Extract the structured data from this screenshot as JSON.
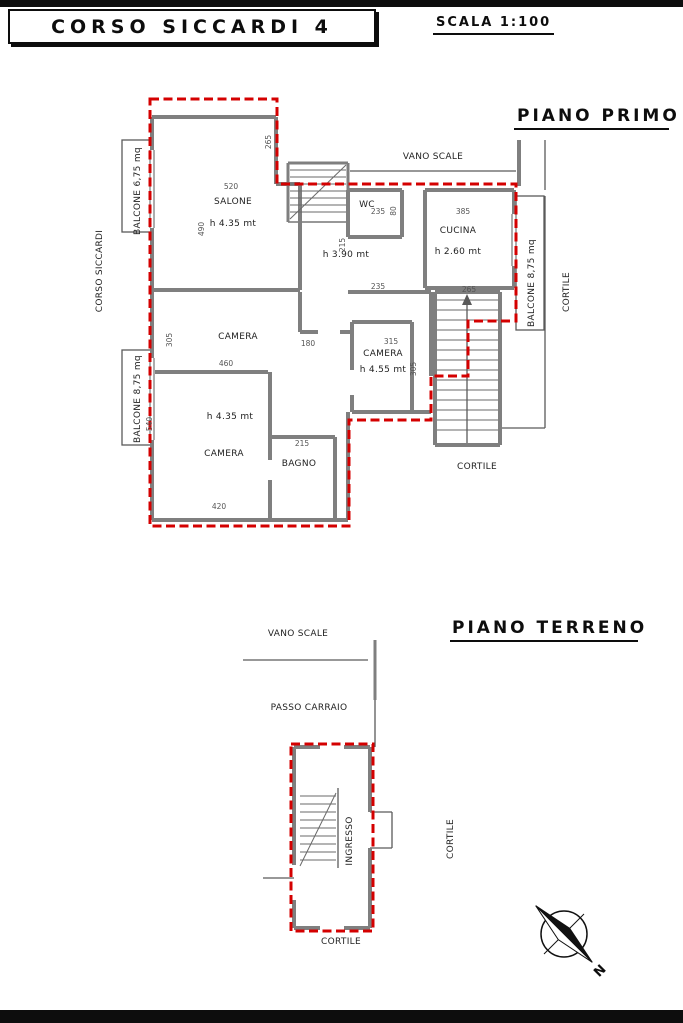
{
  "header": {
    "title": "CORSO SICCARDI 4",
    "scale": "SCALA 1:100"
  },
  "first_floor": {
    "title": "PIANO PRIMO",
    "rooms": {
      "salone": "SALONE",
      "salone_h": "h 4.35 mt",
      "wc": "WC",
      "cucina": "CUCINA",
      "cucina_h": "h 2.60 mt",
      "corridor_h": "h 3.90 mt",
      "camera_mid": "CAMERA",
      "camera_right": "CAMERA",
      "camera_right_h": "h 4.55 mt",
      "camera_bottom": "CAMERA",
      "camera_bottom_h": "h 4.35 mt",
      "bagno": "BAGNO"
    },
    "outside": {
      "vano_scale": "VANO SCALE",
      "cortile_stairs": "CORTILE",
      "cortile_right": "CORTILE",
      "corso_siccardi": "CORSO SICCARDI",
      "balcone_top_left": "BALCONE 6,75 mq",
      "balcone_bottom_left": "BALCONE 8,75 mq",
      "balcone_right": "BALCONE 8,75 mq"
    },
    "dims": {
      "d265a": "265",
      "d520": "520",
      "d490": "490",
      "d235a": "235",
      "d80": "80",
      "d385": "385",
      "d215a": "215",
      "d235b": "235",
      "d265b": "265",
      "d305a": "305",
      "d460": "460",
      "d180": "180",
      "d315": "315",
      "d305b": "305",
      "d540": "540",
      "d215b": "215",
      "d420": "420"
    }
  },
  "ground_floor": {
    "title": "PIANO TERRENO",
    "labels": {
      "vano_scale": "VANO SCALE",
      "passo_carraio": "PASSO CARRAIO",
      "ingresso": "INGRESSO",
      "cortile_right": "CORTILE",
      "cortile_bottom": "CORTILE"
    }
  },
  "compass": {
    "north": "N"
  },
  "colors": {
    "boundary_red": "#d40000",
    "wall_gray": "#7f7f7f",
    "ink": "#0d0d0d"
  }
}
